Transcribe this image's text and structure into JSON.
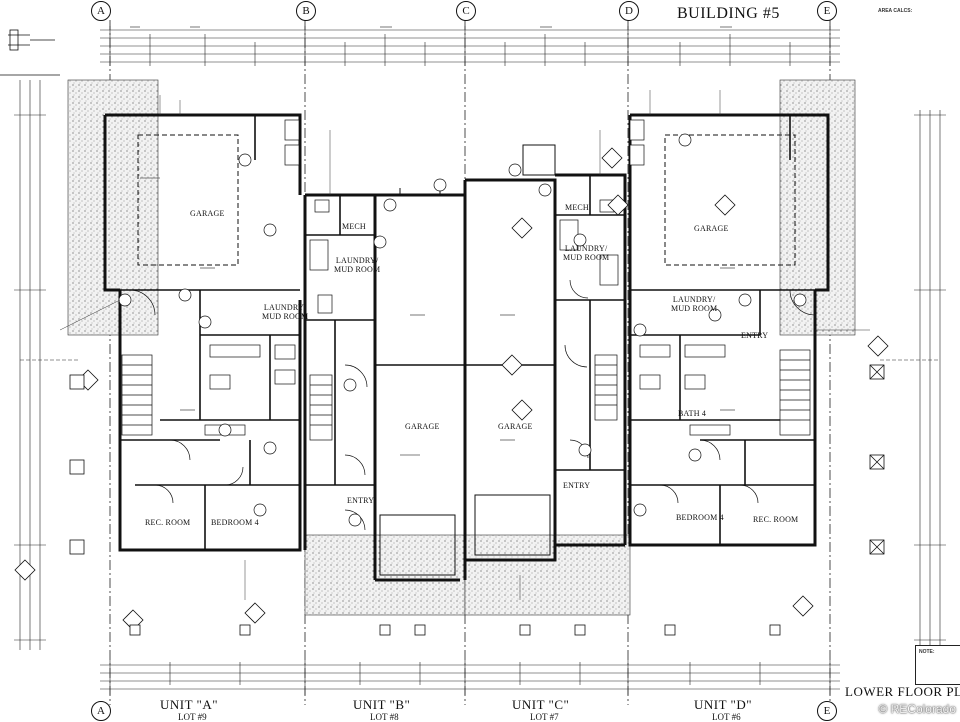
{
  "sheet": {
    "title": "BUILDING #5",
    "footer_title": "LOWER FLOOR PL",
    "watermark": "© REColorado"
  },
  "grid_bubbles": [
    "A",
    "B",
    "C",
    "D",
    "E"
  ],
  "units": [
    {
      "label": "UNIT \"A\"",
      "lot": "LOT #9"
    },
    {
      "label": "UNIT \"B\"",
      "lot": "LOT #8"
    },
    {
      "label": "UNIT \"C\"",
      "lot": "LOT #7"
    },
    {
      "label": "UNIT \"D\"",
      "lot": "LOT #6"
    }
  ],
  "rooms": {
    "garage_a": "GARAGE",
    "laundry_a": "LAUNDRY/\nMUD ROOM",
    "rec_room_a": "REC. ROOM",
    "bedroom_a": "BEDROOM 4",
    "mech_b": "MECH",
    "laundry_b": "LAUNDRY/\nMUD ROOM",
    "garage_b": "GARAGE",
    "entry_b": "ENTRY",
    "garage_c": "GARAGE",
    "mech_c": "MECH",
    "laundry_c": "LAUNDRY/\nMUD ROOM",
    "entry_c": "ENTRY",
    "garage_d": "GARAGE",
    "laundry_d": "LAUNDRY/\nMUD ROOM",
    "entry_d": "ENTRY",
    "bath_d": "BATH 4",
    "bedroom_d": "BEDROOM 4",
    "rec_room_d": "REC. ROOM"
  },
  "area_calcs_heading": "AREA CALCS:",
  "notes_heading": "NOTE:"
}
